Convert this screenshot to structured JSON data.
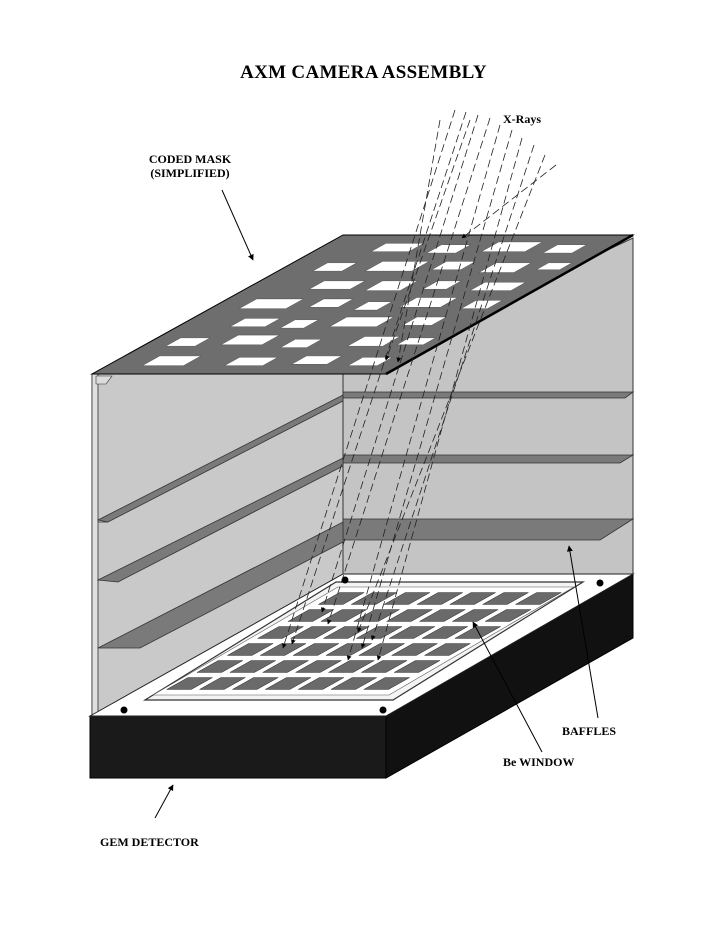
{
  "title": "AXM CAMERA  ASSEMBLY",
  "labels": {
    "coded_mask": [
      "CODED MASK",
      "(SIMPLIFIED)"
    ],
    "x_rays": "X-Rays",
    "baffles": "BAFFLES",
    "be_window": "Be WINDOW",
    "gem_detector": "GEM DETECTOR"
  },
  "colors": {
    "mask": "#6e6e6e",
    "walls": "#c4c4c4",
    "baffle": "#7a7a7a",
    "detector": "#1a1a1a",
    "window_cells": "#6a6a6a",
    "background": "#ffffff"
  }
}
